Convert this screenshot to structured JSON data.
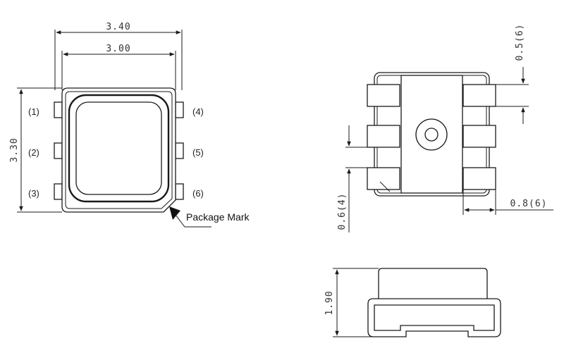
{
  "top_view": {
    "dim_width_outer": "3.40",
    "dim_width_inner": "3.00",
    "dim_height": "3.30",
    "pins_left": [
      "(1)",
      "(2)",
      "(3)"
    ],
    "pins_right": [
      "(4)",
      "(5)",
      "(6)"
    ],
    "package_mark": "Package Mark"
  },
  "bottom_view": {
    "dim_pad_gap": "0.5(6)",
    "dim_pad_height": "0.6(4)",
    "dim_pad_width": "0.8(6)"
  },
  "side_view": {
    "dim_height": "1.90"
  }
}
